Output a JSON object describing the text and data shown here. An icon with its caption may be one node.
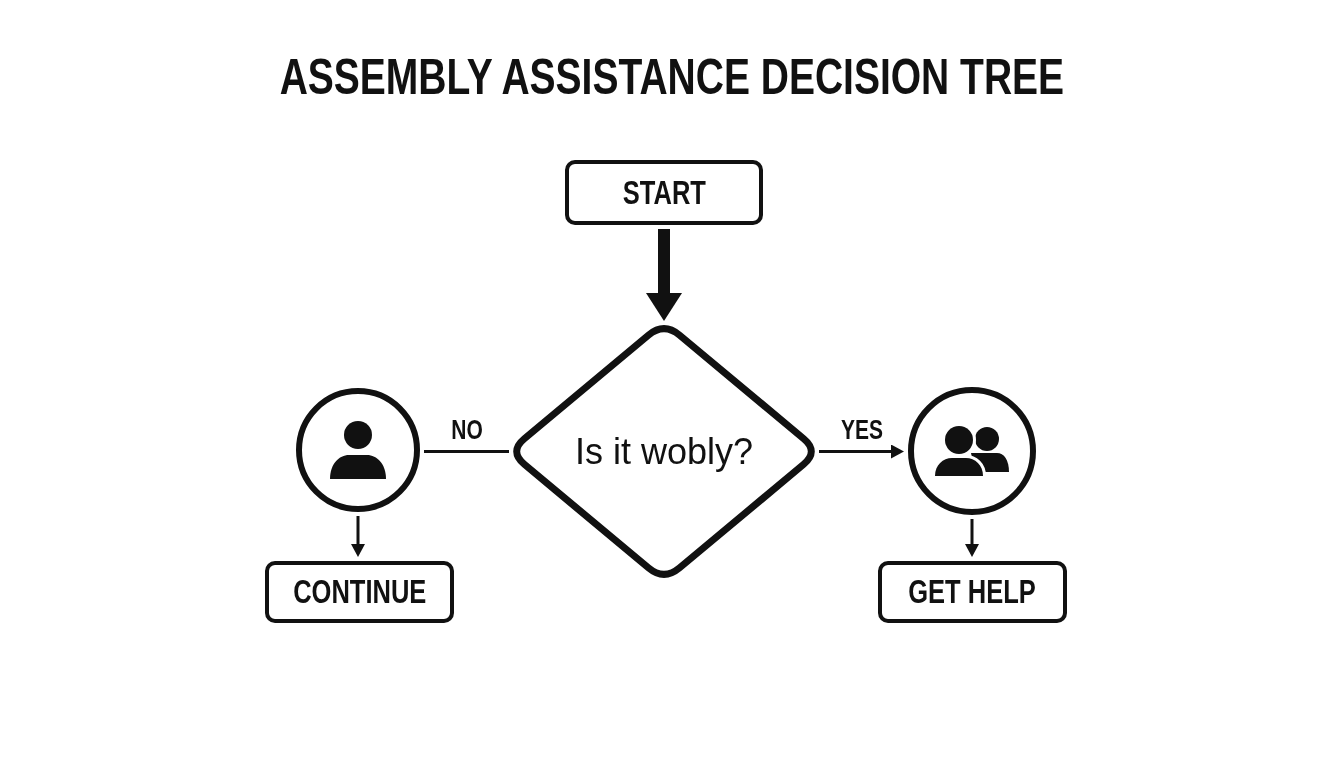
{
  "diagram": {
    "title": "ASSEMBLY ASSISTANCE DECISION TREE",
    "nodes": [
      {
        "text": [
          "START"
        ]
      },
      {
        "text": [],
        "shape": "circle"
      },
      {
        "text": [
          "Is it wobly?"
        ]
      },
      {
        "text": [],
        "shape": "circle"
      },
      {
        "text": [
          "CONTINUE"
        ]
      },
      {
        "text": [
          "GET HELP"
        ]
      }
    ],
    "edges": [
      {
        "from": 0,
        "to": 2,
        "arrow": "to",
        "style": "thick"
      },
      {
        "from": 2,
        "to": 1,
        "arrow": "none",
        "label": "NO"
      },
      {
        "from": 2,
        "to": 3,
        "arrow": "to",
        "label": "YES"
      },
      {
        "from": 1,
        "to": 4,
        "arrow": "to"
      },
      {
        "from": 3,
        "to": 5,
        "arrow": "to"
      }
    ]
  }
}
